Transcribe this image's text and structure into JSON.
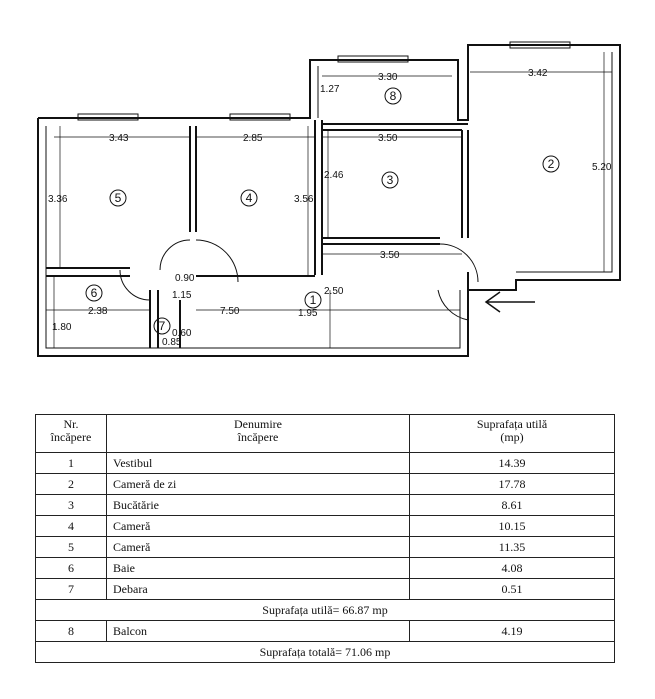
{
  "plan": {
    "dimensions": {
      "d330": "3.30",
      "d342": "3.42",
      "d127": "1.27",
      "d343": "3.43",
      "d285": "2.85",
      "d350a": "3.50",
      "d520": "5.20",
      "d336": "3.36",
      "d246": "2.46",
      "d356": "3.56",
      "d350b": "3.50",
      "d090": "0.90",
      "d250": "2.50",
      "d115": "1.15",
      "d238": "2.38",
      "d750": "7.50",
      "d195": "1.95",
      "d060": "0.60",
      "d180": "1.80",
      "d085": "0.85"
    },
    "room_markers": [
      "1",
      "2",
      "3",
      "4",
      "5",
      "6",
      "7",
      "8"
    ]
  },
  "table": {
    "headers": {
      "nr": [
        "Nr.",
        "încăpere"
      ],
      "name": [
        "Denumire",
        "încăpere"
      ],
      "area": [
        "Suprafața utilă",
        "(mp)"
      ]
    },
    "rooms": [
      {
        "nr": "1",
        "name": "Vestibul",
        "area": "14.39"
      },
      {
        "nr": "2",
        "name": "Cameră de zi",
        "area": "17.78"
      },
      {
        "nr": "3",
        "name": "Bucătărie",
        "area": "8.61"
      },
      {
        "nr": "4",
        "name": "Cameră",
        "area": "10.15"
      },
      {
        "nr": "5",
        "name": "Cameră",
        "area": "11.35"
      },
      {
        "nr": "6",
        "name": "Baie",
        "area": "4.08"
      },
      {
        "nr": "7",
        "name": "Debara",
        "area": "0.51"
      }
    ],
    "subtotal": "Suprafața utilă= 66.87 mp",
    "balcony": {
      "nr": "8",
      "name": "Balcon",
      "area": "4.19"
    },
    "total": "Suprafața totală= 71.06 mp"
  }
}
